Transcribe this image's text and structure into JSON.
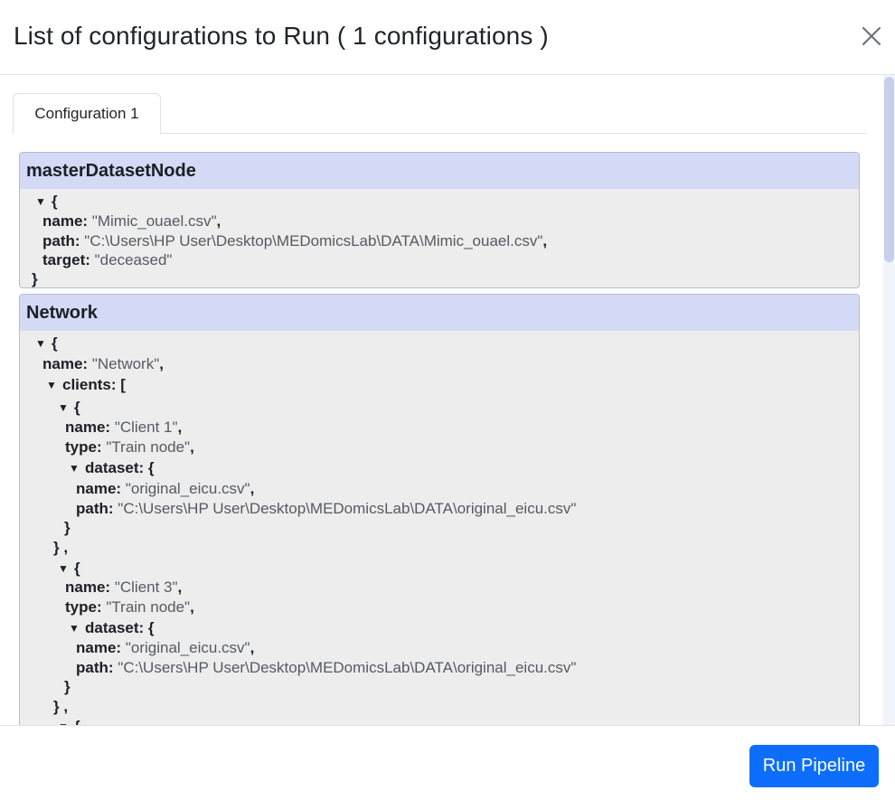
{
  "modal": {
    "title": "List of configurations to Run ( 1 configurations )",
    "close_icon": "close-icon"
  },
  "tabs": [
    {
      "label": "Configuration 1",
      "active": true
    }
  ],
  "panels": [
    {
      "title": "masterDatasetNode",
      "fields": [
        {
          "key": "name",
          "value": "\"Mimic_ouael.csv\""
        },
        {
          "key": "path",
          "value": "\"C:\\Users\\HP User\\Desktop\\MEDomicsLab\\DATA\\Mimic_ouael.csv\""
        },
        {
          "key": "target",
          "value": "\"deceased\""
        }
      ]
    },
    {
      "title": "Network",
      "name_field": {
        "key": "name",
        "value": "\"Network\""
      },
      "clients_key": "clients",
      "clients": [
        {
          "name": {
            "key": "name",
            "value": "\"Client 1\""
          },
          "type": {
            "key": "type",
            "value": "\"Train node\""
          },
          "dataset_key": "dataset",
          "dataset": {
            "name": {
              "key": "name",
              "value": "\"original_eicu.csv\""
            },
            "path": {
              "key": "path",
              "value": "\"C:\\Users\\HP User\\Desktop\\MEDomicsLab\\DATA\\original_eicu.csv\""
            }
          }
        },
        {
          "name": {
            "key": "name",
            "value": "\"Client 3\""
          },
          "type": {
            "key": "type",
            "value": "\"Train node\""
          },
          "dataset_key": "dataset",
          "dataset": {
            "name": {
              "key": "name",
              "value": "\"original_eicu.csv\""
            },
            "path": {
              "key": "path",
              "value": "\"C:\\Users\\HP User\\Desktop\\MEDomicsLab\\DATA\\original_eicu.csv\""
            }
          }
        }
      ]
    }
  ],
  "footer": {
    "run_label": "Run Pipeline",
    "run_color": "#0d6efd"
  },
  "colors": {
    "panel_header": "#d4d9f6",
    "panel_body": "#ededed"
  }
}
